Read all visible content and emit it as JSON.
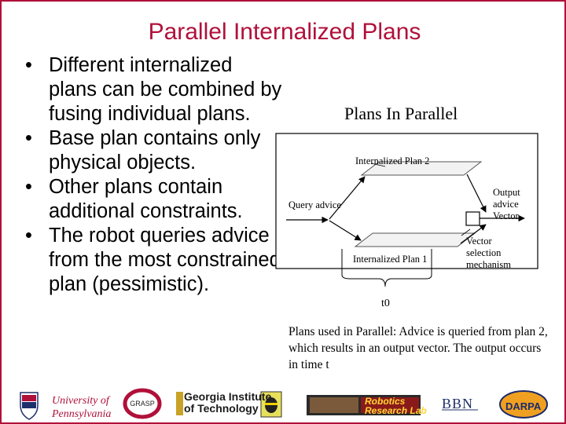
{
  "slide": {
    "title": "Parallel Internalized Plans",
    "bullets": [
      "Different internalized plans can be combined by fusing individual plans.",
      "Base plan contains only physical objects.",
      "Other plans contain additional constraints.",
      "The robot queries advice from the most constrained plan (pessimistic)."
    ],
    "bullet_glyph": "•"
  },
  "figure": {
    "title": "Plans In Parallel",
    "labels": {
      "plan2": "Internalized Plan 2",
      "plan1": "Internalized Plan 1",
      "query": "Query advice",
      "output_line1": "Output",
      "output_line2": "advice",
      "output_line3": "Vector",
      "vector_line1": "Vector",
      "vector_line2": "selection",
      "vector_line3": "mechanism",
      "time": "t0"
    },
    "caption": "Plans used in Parallel: Advice is queried from plan 2, which results in an output vector. The output occurs in time t"
  },
  "footer": {
    "penn_line1": "University of",
    "penn_line2": "Pennsylvania",
    "grasp": "GRASP",
    "gt_line1": "Georgia Institute",
    "gt_line2": "of Technology",
    "robotics_line1": "Robotics",
    "robotics_line2": "Research Lab",
    "bbn": "BBN",
    "darpa": "DARPA"
  },
  "colors": {
    "accent": "#b0103a",
    "text": "#000000"
  }
}
